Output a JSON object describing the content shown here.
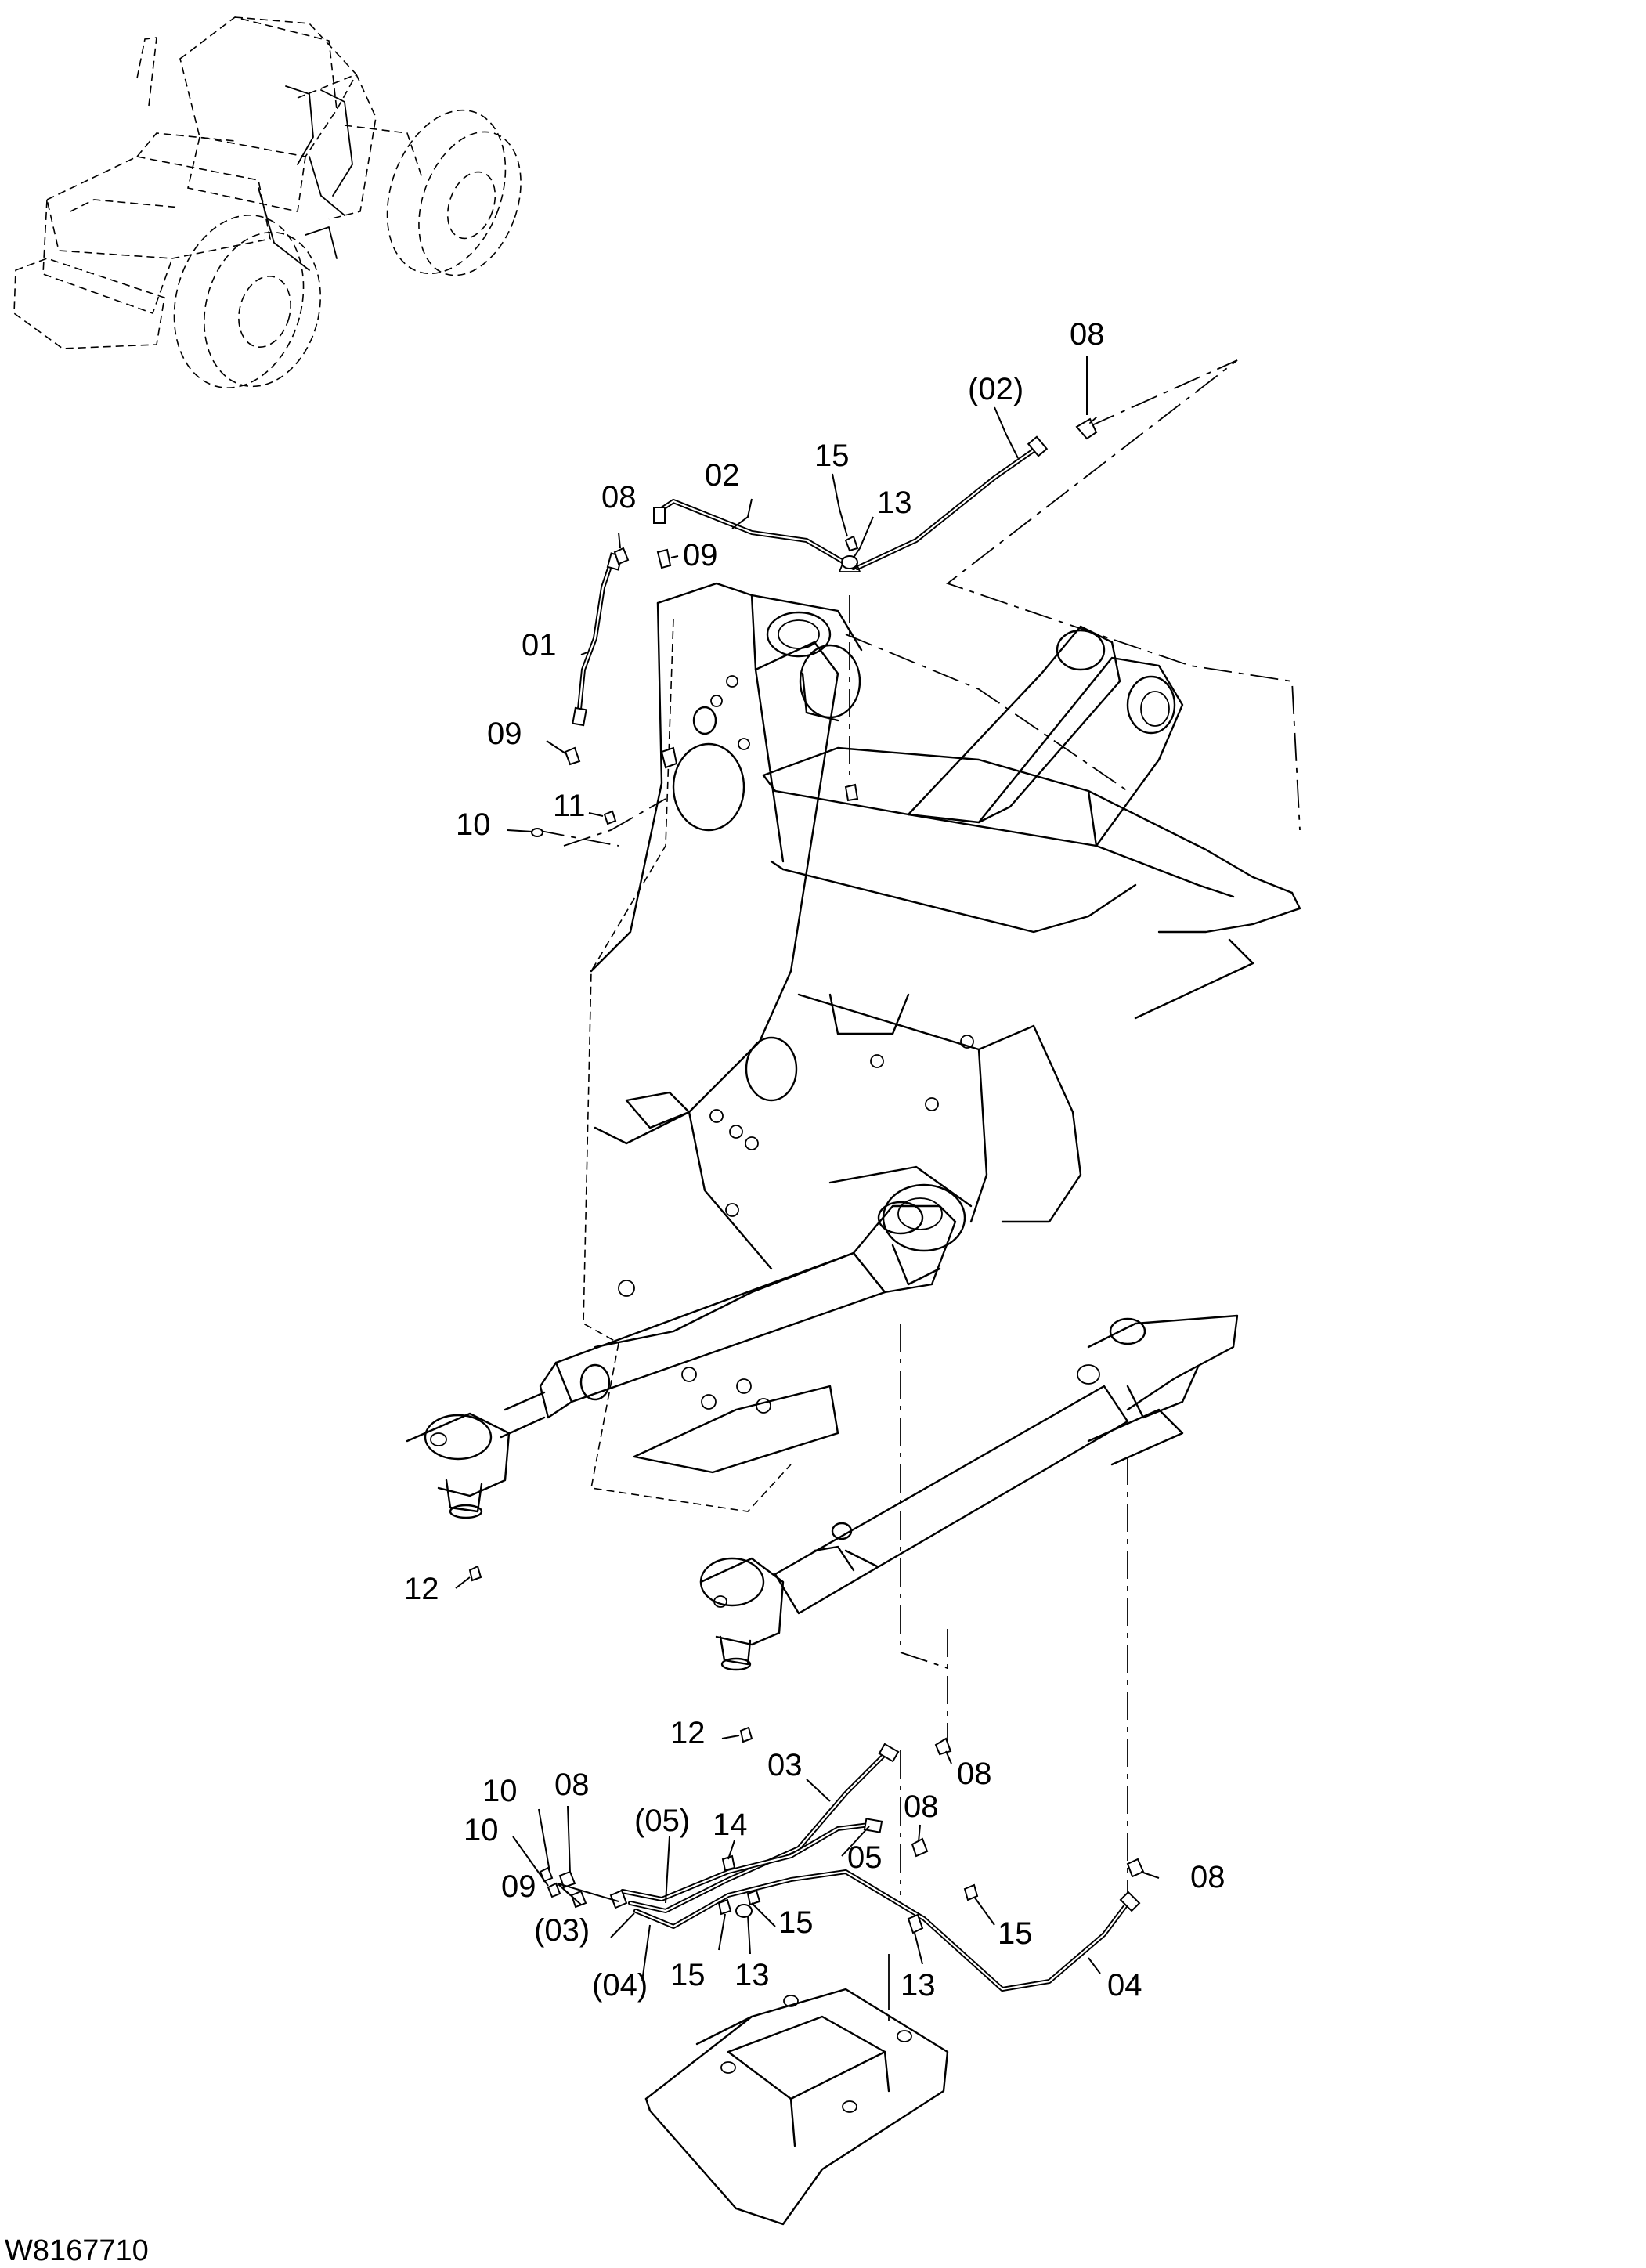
{
  "drawing": {
    "code": "W8167710",
    "icon": "wheel-loader-locator-icon"
  },
  "callouts": [
    {
      "text": "08"
    },
    {
      "text": "(02)"
    },
    {
      "text": "02"
    },
    {
      "text": "15"
    },
    {
      "text": "13"
    },
    {
      "text": "08"
    },
    {
      "text": "09"
    },
    {
      "text": "01"
    },
    {
      "text": "09"
    },
    {
      "text": "11"
    },
    {
      "text": "10"
    },
    {
      "text": "12"
    },
    {
      "text": "12"
    },
    {
      "text": "03"
    },
    {
      "text": "08"
    },
    {
      "text": "08"
    },
    {
      "text": "10"
    },
    {
      "text": "08"
    },
    {
      "text": "10"
    },
    {
      "text": "(05)"
    },
    {
      "text": "14"
    },
    {
      "text": "05"
    },
    {
      "text": "08"
    },
    {
      "text": "09"
    },
    {
      "text": "15"
    },
    {
      "text": "(03)"
    },
    {
      "text": "15"
    },
    {
      "text": "15"
    },
    {
      "text": "13"
    },
    {
      "text": "13"
    },
    {
      "text": "(04)"
    },
    {
      "text": "04"
    }
  ]
}
